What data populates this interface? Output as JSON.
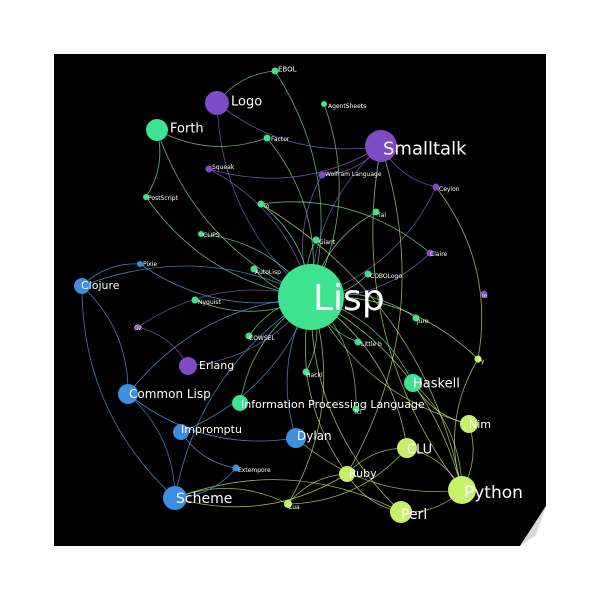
{
  "colors": {
    "background": "#000000",
    "page": "#ffffff",
    "green": "#3de38f",
    "lime": "#c5f26a",
    "purple": "#7d4bc6",
    "blue": "#3c8fe0",
    "edge_green": "#7ee8a8",
    "edge_purple": "#8e6ad6",
    "edge_blue": "#5aa6e6",
    "edge_lime": "#cdee7a",
    "label": "#ffffff"
  },
  "center": {
    "label": "Lisp"
  },
  "nodes": [
    {
      "label": "EBOL",
      "color": "green"
    },
    {
      "label": "Logo",
      "color": "purple"
    },
    {
      "label": "AgentSheets",
      "color": "green"
    },
    {
      "label": "Forth",
      "color": "green"
    },
    {
      "label": "Factor",
      "color": "green"
    },
    {
      "label": "Smalltalk",
      "color": "purple"
    },
    {
      "label": "Squeak",
      "color": "purple"
    },
    {
      "label": "Wolfram Language",
      "color": "purple"
    },
    {
      "label": "Ceylon",
      "color": "purple"
    },
    {
      "label": "PostScript",
      "color": "green"
    },
    {
      "label": "Io",
      "color": "green"
    },
    {
      "label": "ial",
      "color": "green"
    },
    {
      "label": "CLIPS",
      "color": "green"
    },
    {
      "label": "Giant",
      "color": "green"
    },
    {
      "label": "Claire",
      "color": "purple"
    },
    {
      "label": "Pixie",
      "color": "blue"
    },
    {
      "label": "Clojure",
      "color": "blue"
    },
    {
      "label": "AutoLisp",
      "color": "green"
    },
    {
      "label": "COBOLogo",
      "color": "green"
    },
    {
      "label": "Nyquist",
      "color": "green"
    },
    {
      "label": "Oz",
      "color": "purple"
    },
    {
      "label": "Jure",
      "color": "green"
    },
    {
      "label": "COWSEL",
      "color": "green"
    },
    {
      "label": "Erlang",
      "color": "purple"
    },
    {
      "label": "Little b",
      "color": "green"
    },
    {
      "label": "Hackl",
      "color": "green"
    },
    {
      "label": "Common Lisp",
      "color": "blue"
    },
    {
      "label": "Haskell",
      "color": "green"
    },
    {
      "label": "Information Processing Language",
      "color": "green"
    },
    {
      "label": "Tcl",
      "color": "green"
    },
    {
      "label": "Nim",
      "color": "lime"
    },
    {
      "label": "Impromptu",
      "color": "blue"
    },
    {
      "label": "Dylan",
      "color": "blue"
    },
    {
      "label": "CLU",
      "color": "lime"
    },
    {
      "label": "Extempore",
      "color": "blue"
    },
    {
      "label": "Ruby",
      "color": "lime"
    },
    {
      "label": "Python",
      "color": "lime"
    },
    {
      "label": "Scheme",
      "color": "blue"
    },
    {
      "label": "Lua",
      "color": "lime"
    },
    {
      "label": "Perl",
      "color": "lime"
    },
    {
      "label": "Fy",
      "color": "lime"
    },
    {
      "label": "Io",
      "color": "purple"
    }
  ],
  "edges": [
    [
      "Lisp",
      "EBOL"
    ],
    [
      "Lisp",
      "Logo"
    ],
    [
      "Lisp",
      "AgentSheets"
    ],
    [
      "Lisp",
      "Forth"
    ],
    [
      "Lisp",
      "Factor"
    ],
    [
      "Lisp",
      "Smalltalk"
    ],
    [
      "Lisp",
      "Squeak"
    ],
    [
      "Lisp",
      "Wolfram Language"
    ],
    [
      "Lisp",
      "Ceylon"
    ],
    [
      "Lisp",
      "PostScript"
    ],
    [
      "Lisp",
      "Io"
    ],
    [
      "Lisp",
      "ial"
    ],
    [
      "Lisp",
      "CLIPS"
    ],
    [
      "Lisp",
      "Giant"
    ],
    [
      "Lisp",
      "Claire"
    ],
    [
      "Lisp",
      "Pixie"
    ],
    [
      "Lisp",
      "Clojure"
    ],
    [
      "Lisp",
      "AutoLisp"
    ],
    [
      "Lisp",
      "COBOLogo"
    ],
    [
      "Lisp",
      "Nyquist"
    ],
    [
      "Lisp",
      "Oz"
    ],
    [
      "Lisp",
      "Jure"
    ],
    [
      "Lisp",
      "COWSEL"
    ],
    [
      "Lisp",
      "Erlang"
    ],
    [
      "Lisp",
      "Little b"
    ],
    [
      "Lisp",
      "Hackl"
    ],
    [
      "Lisp",
      "Common Lisp"
    ],
    [
      "Lisp",
      "Haskell"
    ],
    [
      "Lisp",
      "Information Processing Language"
    ],
    [
      "Lisp",
      "Tcl"
    ],
    [
      "Lisp",
      "Nim"
    ],
    [
      "Lisp",
      "Impromptu"
    ],
    [
      "Lisp",
      "Dylan"
    ],
    [
      "Lisp",
      "CLU"
    ],
    [
      "Lisp",
      "Ruby"
    ],
    [
      "Lisp",
      "Python"
    ],
    [
      "Lisp",
      "Scheme"
    ],
    [
      "Lisp",
      "Lua"
    ],
    [
      "Lisp",
      "Perl"
    ],
    [
      "Lisp",
      "Fy"
    ],
    [
      "Logo",
      "Smalltalk"
    ],
    [
      "Logo",
      "EBOL"
    ],
    [
      "Forth",
      "Factor"
    ],
    [
      "Forth",
      "PostScript"
    ],
    [
      "Smalltalk",
      "Ceylon"
    ],
    [
      "Smalltalk",
      "Squeak"
    ],
    [
      "Smalltalk",
      "Python"
    ],
    [
      "Smalltalk",
      "Ruby"
    ],
    [
      "Wolfram Language",
      "Smalltalk"
    ],
    [
      "Clojure",
      "Common Lisp"
    ],
    [
      "Clojure",
      "Scheme"
    ],
    [
      "Common Lisp",
      "Scheme"
    ],
    [
      "Common Lisp",
      "Dylan"
    ],
    [
      "Scheme",
      "Lua"
    ],
    [
      "Scheme",
      "Ruby"
    ],
    [
      "Scheme",
      "Perl"
    ],
    [
      "Impromptu",
      "Extempore"
    ],
    [
      "Extempore",
      "Scheme"
    ],
    [
      "Dylan",
      "Python"
    ],
    [
      "Haskell",
      "Python"
    ],
    [
      "Haskell",
      "Nim"
    ],
    [
      "CLU",
      "Python"
    ],
    [
      "CLU",
      "Ruby"
    ],
    [
      "CLU",
      "Lua"
    ],
    [
      "Perl",
      "Python"
    ],
    [
      "Perl",
      "Ruby"
    ],
    [
      "Ruby",
      "Lua"
    ],
    [
      "Nim",
      "Python"
    ],
    [
      "Fy",
      "Python"
    ],
    [
      "Oz",
      "Erlang"
    ],
    [
      "Pixie",
      "Clojure"
    ],
    [
      "Ceylon",
      "Fy"
    ],
    [
      "Claire",
      "Io"
    ],
    [
      "Io",
      "Python"
    ]
  ]
}
